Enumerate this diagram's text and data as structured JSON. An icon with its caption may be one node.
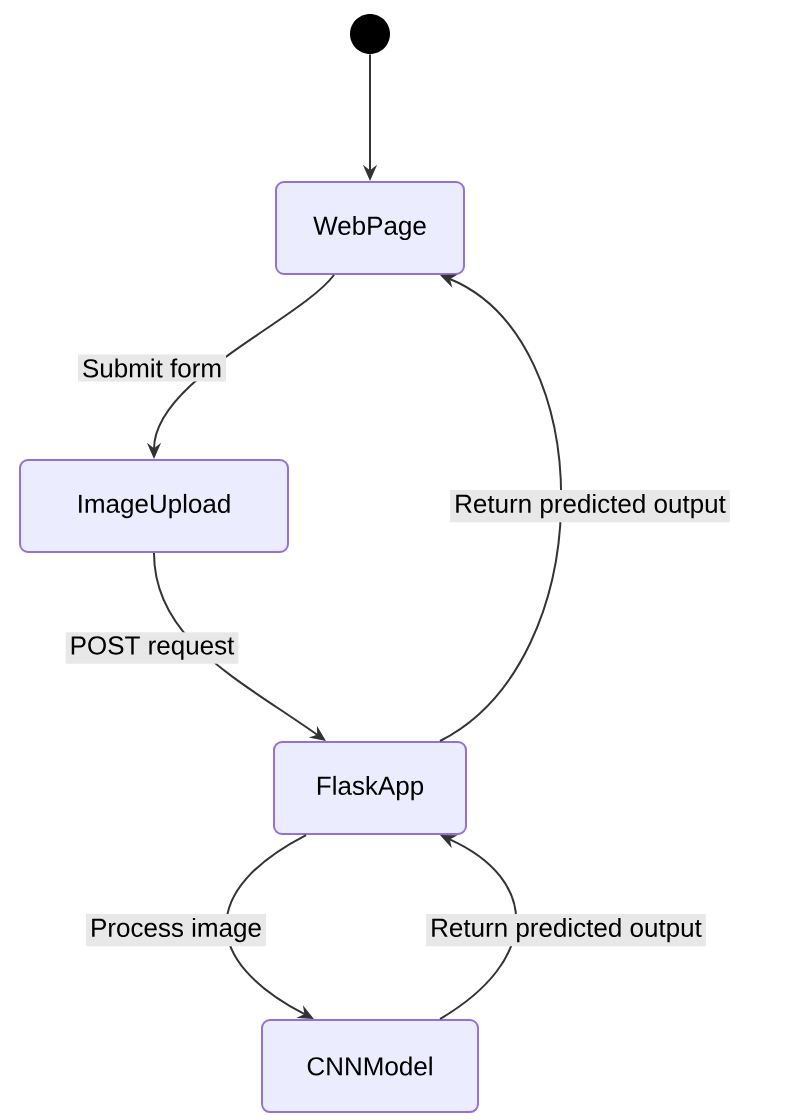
{
  "diagram": {
    "nodes": [
      {
        "text": [],
        "shape": "circle"
      },
      {
        "text": [
          "WebPage"
        ]
      },
      {
        "text": [
          "ImageUpload"
        ]
      },
      {
        "text": [
          "FlaskApp"
        ]
      },
      {
        "text": [
          "CNNModel"
        ]
      }
    ],
    "edges": [
      {
        "from": 0,
        "to": 1,
        "arrow": "to"
      },
      {
        "from": 1,
        "to": 2,
        "arrow": "to",
        "label": "Submit form"
      },
      {
        "from": 2,
        "to": 3,
        "arrow": "to",
        "label": "POST request"
      },
      {
        "from": 3,
        "to": 1,
        "arrow": "to",
        "label": "Return predicted output"
      },
      {
        "from": 3,
        "to": 4,
        "arrow": "to",
        "label": "Process image"
      },
      {
        "from": 4,
        "to": 3,
        "arrow": "to",
        "label": "Return predicted output"
      }
    ]
  }
}
